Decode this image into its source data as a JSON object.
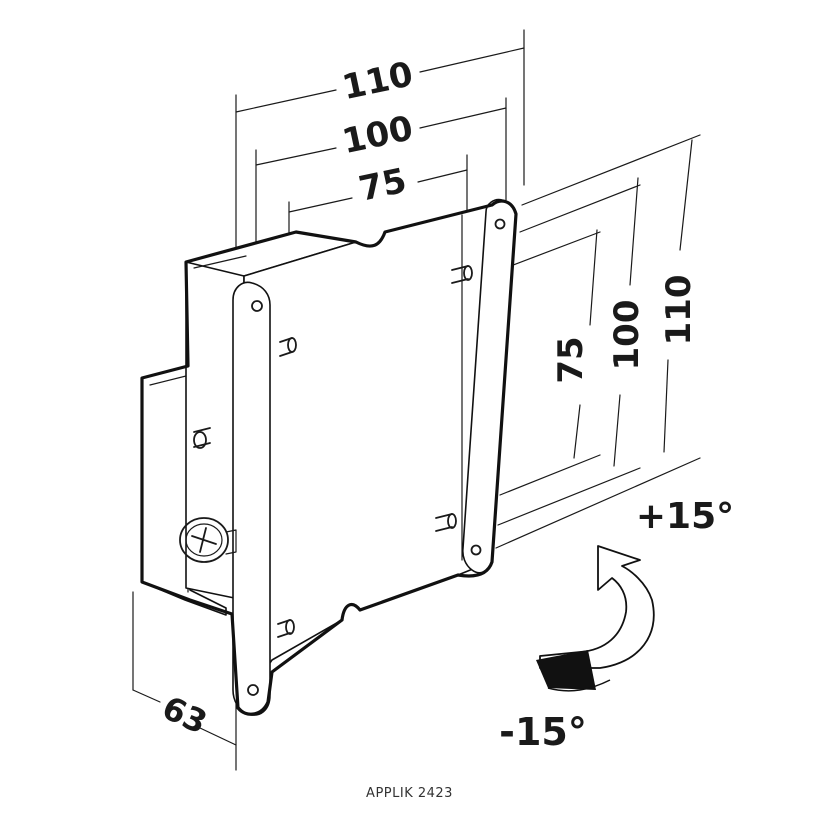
{
  "dimensions": {
    "width_outer": "110",
    "width_mid": "100",
    "width_inner": "75",
    "height_outer": "110",
    "height_mid": "100",
    "height_inner": "75",
    "depth": "63"
  },
  "tilt": {
    "up": "+15°",
    "down": "-15°"
  },
  "caption": "APPLIK 2423",
  "icons": [
    "tilt-arrow-icon",
    "screw-icon"
  ]
}
